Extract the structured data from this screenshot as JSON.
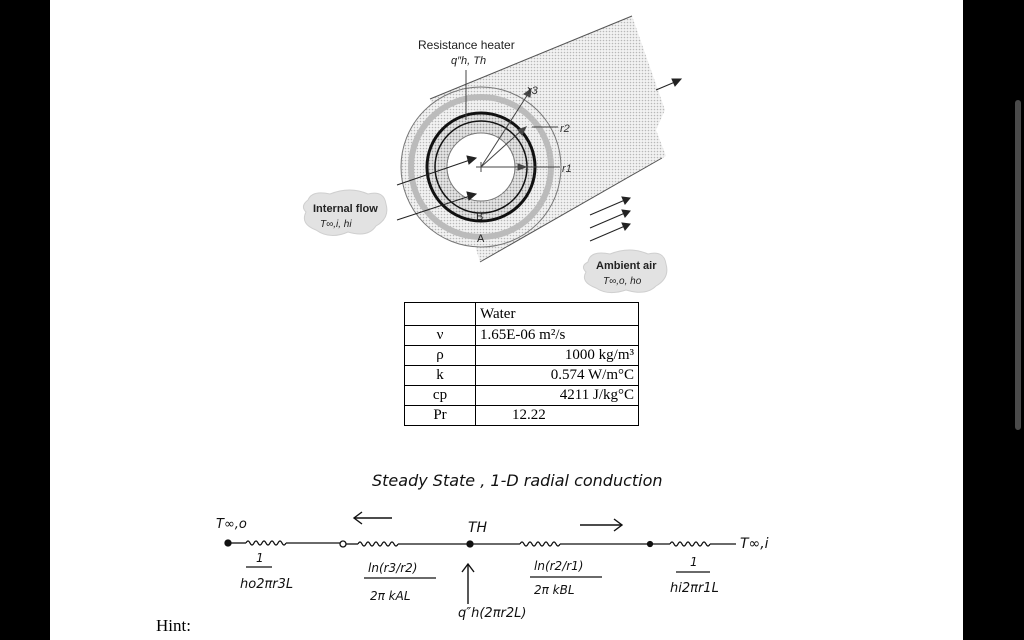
{
  "diagram": {
    "heater_label": "Resistance heater",
    "heater_vars": "q″h, Th",
    "r1": "r1",
    "r2": "r2",
    "r3": "r3",
    "layer_b": "B",
    "layer_a": "A",
    "internal_flow_title": "Internal flow",
    "internal_flow_vars": "T∞,i, hi",
    "ambient_title": "Ambient air",
    "ambient_vars": "T∞,o, ho"
  },
  "table": {
    "header": "Water",
    "rows": [
      {
        "symbol": "ν",
        "value": "1.65E-06 m²/s"
      },
      {
        "symbol": "ρ",
        "value": "1000 kg/m³"
      },
      {
        "symbol": "k",
        "value": "0.574 W/m°C"
      },
      {
        "symbol": "cp",
        "value": "4211 J/kg°C"
      },
      {
        "symbol": "Pr",
        "value": "12.22"
      }
    ]
  },
  "notes": {
    "title": "Steady State , 1-D radial conduction",
    "t_outer": "T∞,o",
    "t_heater": "TH",
    "t_inner": "T∞,i",
    "r_conv_outer_num": "1",
    "r_conv_outer_den": "ho2πr3L",
    "r_cond_a_num": "ln(r3/r2)",
    "r_cond_a_den": "2π kAL",
    "r_cond_b_num": "ln(r2/r1)",
    "r_cond_b_den": "2π kBL",
    "r_conv_inner_num": "1",
    "r_conv_inner_den": "hi2πr1L",
    "heat_input": "q″h(2πr2L)"
  },
  "hint": "Hint:"
}
